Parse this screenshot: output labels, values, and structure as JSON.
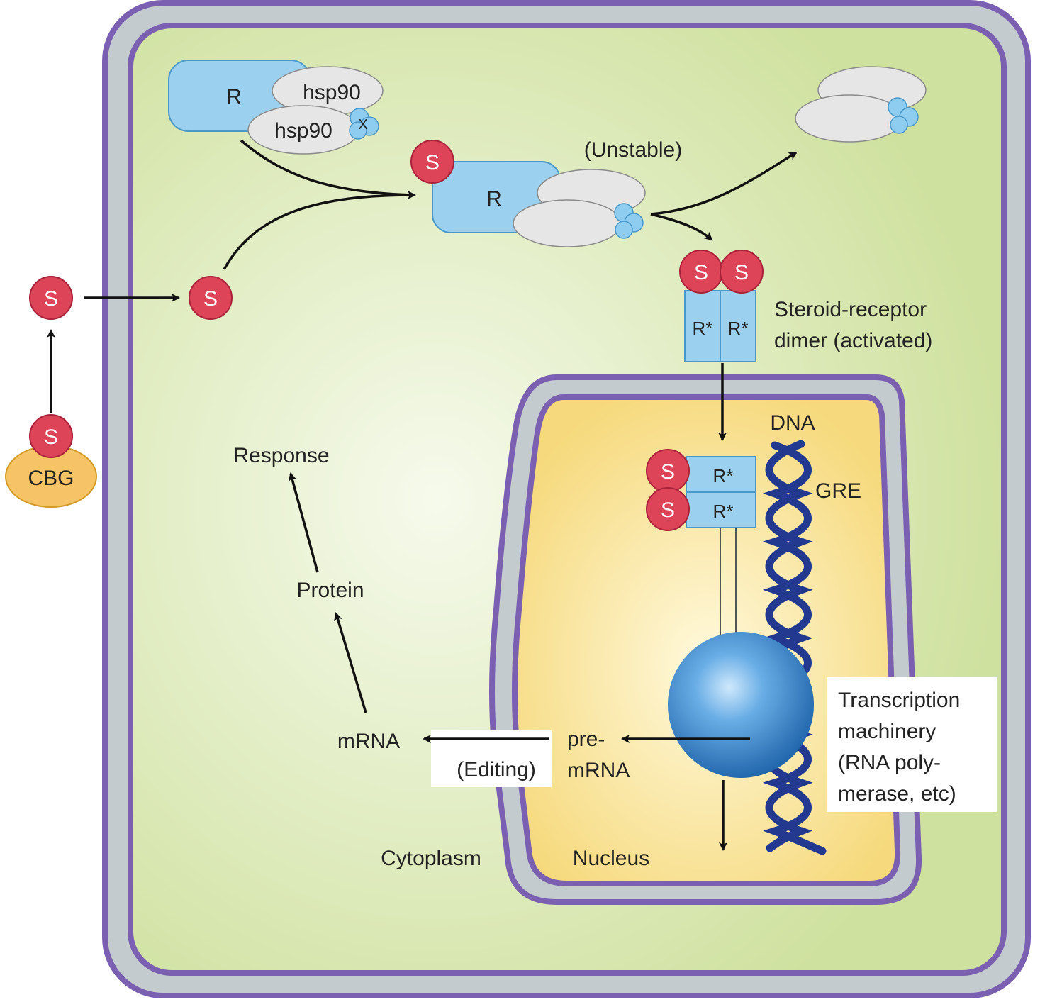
{
  "labels": {
    "steroid": "S",
    "cbg": "CBG",
    "receptor": "R",
    "hsp90_top": "hsp90",
    "hsp90_bottom": "hsp90",
    "x_factor": "X",
    "unstable": "(Unstable)",
    "activated_receptor": "R*",
    "dimer_line1": "Steroid-receptor",
    "dimer_line2": "dimer (activated)",
    "dna": "DNA",
    "gre": "GRE",
    "transcription_line1": "Transcription",
    "transcription_line2": "machinery",
    "transcription_line3": "(RNA poly-",
    "transcription_line4": "merase, etc)",
    "pre_mrna_line1": "pre-",
    "pre_mrna_line2": "mRNA",
    "editing": "(Editing)",
    "mrna": "mRNA",
    "protein": "Protein",
    "response": "Response",
    "cytoplasm": "Cytoplasm",
    "nucleus": "Nucleus"
  },
  "colors": {
    "cell_membrane": "#7b5fb0",
    "cell_wall": "#c3cbcf",
    "cytoplasm": "#d2e3a2",
    "cytoplasm_center": "#f4f8e8",
    "nucleus": "#f7dc86",
    "nucleus_center": "#fff8d6",
    "receptor": "#9bd1ee",
    "receptor_stroke": "#4a98c8",
    "steroid": "#dd4458",
    "cbg": "#f6c466",
    "hsp90": "#e6e6e6",
    "dna": "#23398f",
    "polymerase": "#3f8fd0"
  }
}
